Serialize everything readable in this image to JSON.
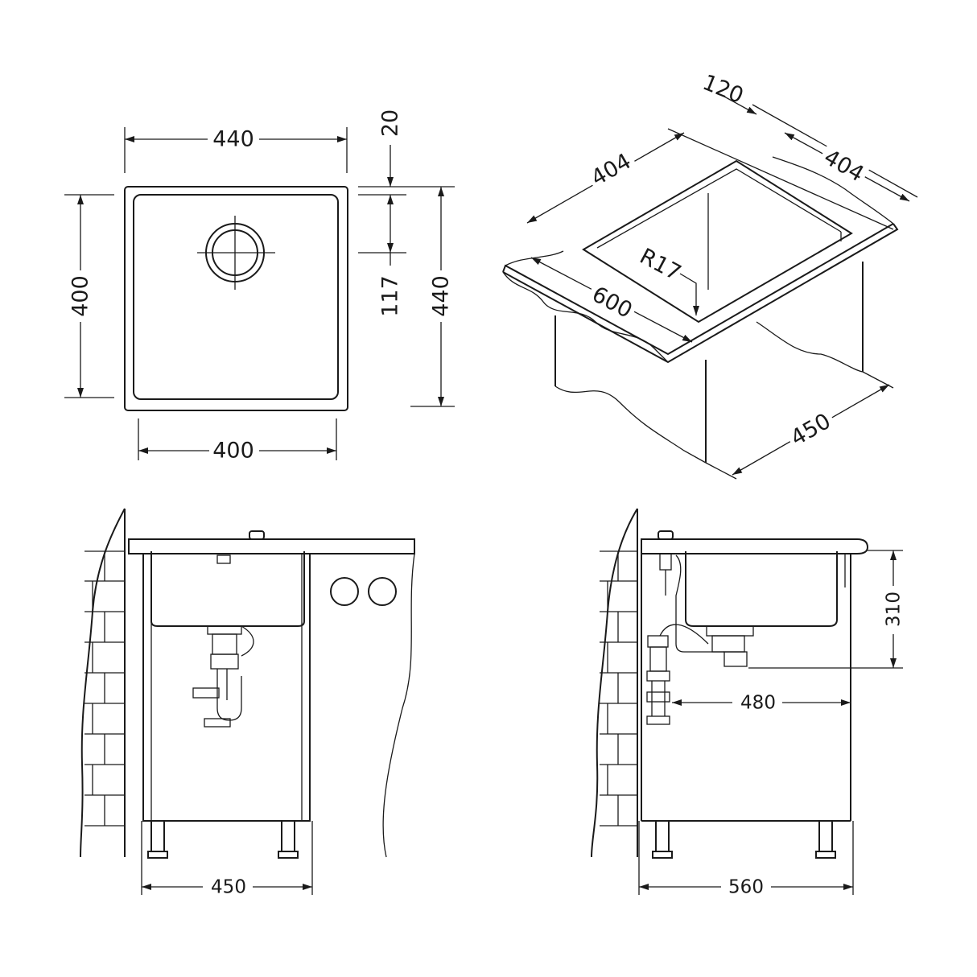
{
  "top_view": {
    "width_outer": "440",
    "depth_inner": "400",
    "rim_offset": "20",
    "drain_offset": "117",
    "depth_outer": "440",
    "width_inner": "400"
  },
  "iso_view": {
    "rim_width": "120",
    "bowl_width_left": "404",
    "bowl_width_right": "404",
    "corner_radius": "R17",
    "cabinet_width": "600",
    "cabinet_depth": "450"
  },
  "front_view": {
    "cabinet_width": "450"
  },
  "side_view": {
    "bowl_depth": "310",
    "waste_distance": "480",
    "cabinet_depth": "560"
  }
}
